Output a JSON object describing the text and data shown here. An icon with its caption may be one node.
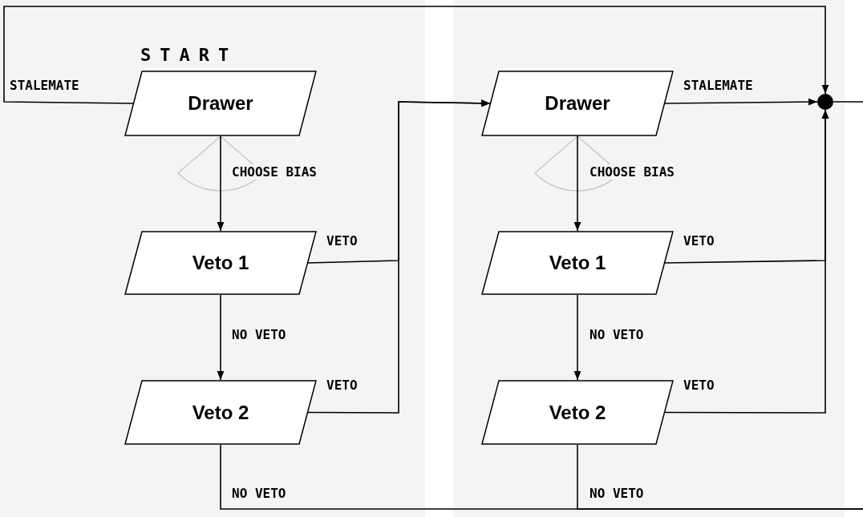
{
  "diagram": {
    "nodes": [
      {
        "text": [],
        "shape": "box"
      },
      {
        "text": [
          "Drawer"
        ],
        "in": 0,
        "beside": [
          "START"
        ]
      },
      {
        "text": [
          "Veto 1"
        ],
        "in": 0
      },
      {
        "text": [
          "Veto 2"
        ],
        "in": 0
      },
      {
        "text": [],
        "shape": "box"
      },
      {
        "text": [
          "Drawer"
        ],
        "in": 4
      },
      {
        "text": [
          "Veto 1"
        ],
        "in": 4
      },
      {
        "text": [
          "Veto 2"
        ],
        "in": 4
      },
      {
        "text": [],
        "shape": "circle",
        "in": 4
      }
    ],
    "edges": [
      {
        "from": 1,
        "to": 2,
        "arrow": "to",
        "label": "CHOOSE BIAS"
      },
      {
        "from": 2,
        "to": 3,
        "arrow": "to",
        "label": "NO VETO"
      },
      {
        "from": 2,
        "to": 5,
        "arrow": "to",
        "label": "VETO"
      },
      {
        "from": 3,
        "to": 5,
        "arrow": "to",
        "label": "VETO"
      },
      {
        "from": 1,
        "to": 8,
        "arrow": "to",
        "label": "STALEMATE"
      },
      {
        "from": 3,
        "to": null,
        "arrow": "none",
        "label": "NO VETO"
      },
      {
        "from": 5,
        "to": 8,
        "arrow": "to",
        "label": "STALEMATE"
      },
      {
        "from": 6,
        "to": 8,
        "arrow": "to",
        "label": "VETO"
      },
      {
        "from": 7,
        "to": 8,
        "arrow": "to",
        "label": "VETO"
      },
      {
        "from": 7,
        "to": null,
        "arrow": "none",
        "label": "NO VETO"
      },
      {
        "from": 8,
        "to": null,
        "arrow": "none"
      },
      {
        "from": 5,
        "to": 6,
        "arrow": "to",
        "label": "CHOOSE BIAS"
      },
      {
        "from": 6,
        "to": 7,
        "arrow": "to",
        "label": "NO VETO"
      }
    ]
  }
}
